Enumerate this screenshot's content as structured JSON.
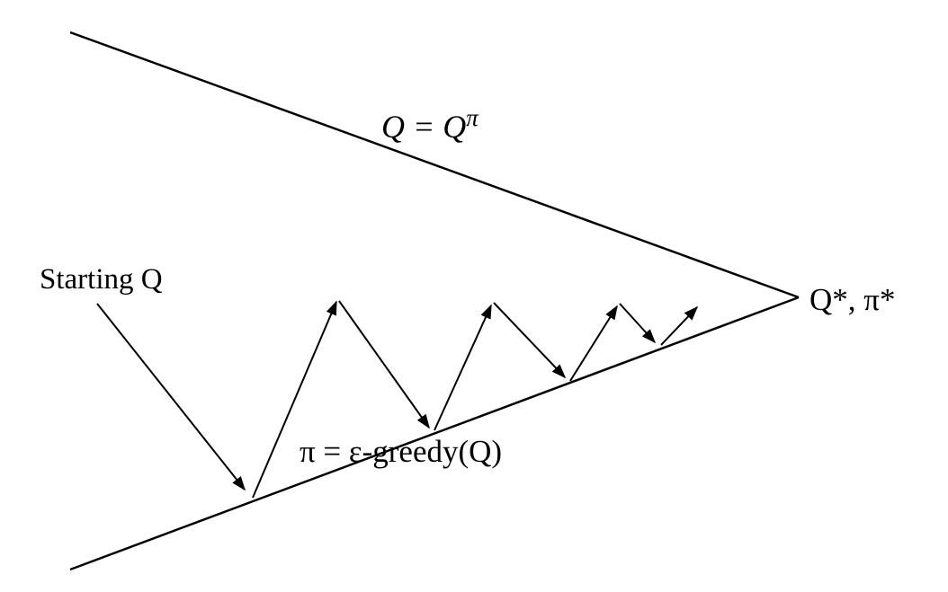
{
  "diagram": {
    "labels": {
      "starting_q": "Starting Q",
      "upper_line_base": "Q = Q",
      "upper_line_sup": "π",
      "lower_line": "π = ε-greedy(Q)",
      "convergence": "Q*, π*"
    },
    "colors": {
      "stroke": "#000000",
      "text": "#000000",
      "background": "#ffffff"
    }
  }
}
